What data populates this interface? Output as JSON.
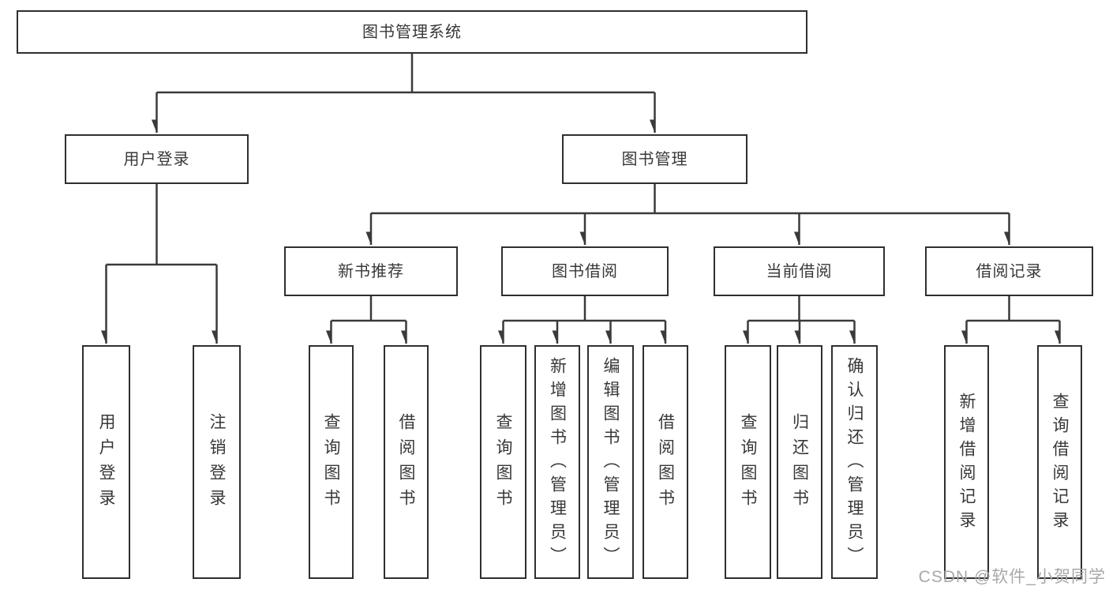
{
  "diagram": {
    "root": {
      "label": "图书管理系统"
    },
    "user_login": {
      "label": "用户登录",
      "children": [
        {
          "label": "用户登录"
        },
        {
          "label": "注销登录"
        }
      ]
    },
    "book_mgmt": {
      "label": "图书管理",
      "children": [
        {
          "label": "新书推荐",
          "children": [
            {
              "label": "查询图书"
            },
            {
              "label": "借阅图书"
            }
          ]
        },
        {
          "label": "图书借阅",
          "children": [
            {
              "label": "查询图书"
            },
            {
              "label": "新增图书（管理员）"
            },
            {
              "label": "编辑图书（管理员）"
            },
            {
              "label": "借阅图书"
            }
          ]
        },
        {
          "label": "当前借阅",
          "children": [
            {
              "label": "查询图书"
            },
            {
              "label": "归还图书"
            },
            {
              "label": "确认归还（管理员）"
            }
          ]
        },
        {
          "label": "借阅记录",
          "children": [
            {
              "label": "新增借阅记录"
            },
            {
              "label": "查询借阅记录"
            }
          ]
        }
      ]
    }
  },
  "watermark": {
    "text": "CSDN @软件_小贺同学"
  },
  "colors": {
    "line": "#3a3a3a",
    "box_border": "#2f2f2f",
    "text": "#383838",
    "watermark": "#a8a8a8",
    "background": "#ffffff"
  }
}
